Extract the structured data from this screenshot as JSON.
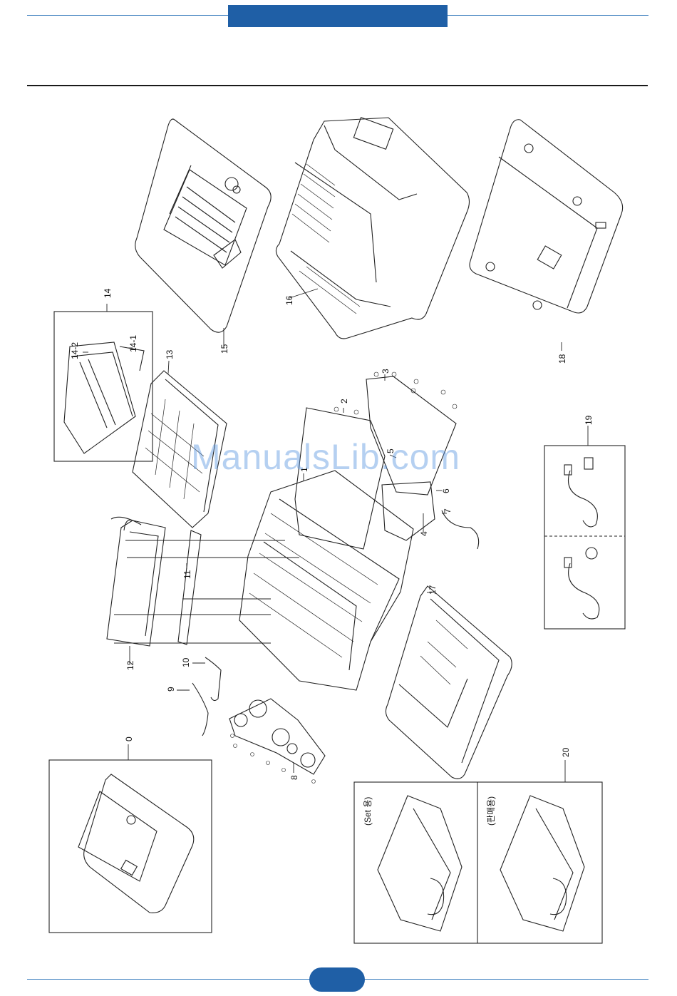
{
  "header": {
    "accent_color": "#1f5fa6"
  },
  "diagram": {
    "part_labels": {
      "p0": "0",
      "p1": "1",
      "p2": "2",
      "p3": "3",
      "p4": "4",
      "p5": "5",
      "p6": "6",
      "p7": "7",
      "p8": "8",
      "p9": "9",
      "p10": "10",
      "p11": "11",
      "p12": "12",
      "p13": "13",
      "p14": "14",
      "p14_1": "14-1",
      "p14_2": "14-2",
      "p15": "15",
      "p16": "16",
      "p17": "17",
      "p18": "18",
      "p19": "19",
      "p20": "20"
    },
    "cartridge_labels": {
      "set": "(Set 용)",
      "retail": "(판매용)"
    }
  },
  "watermark": "ManualsLib.com"
}
